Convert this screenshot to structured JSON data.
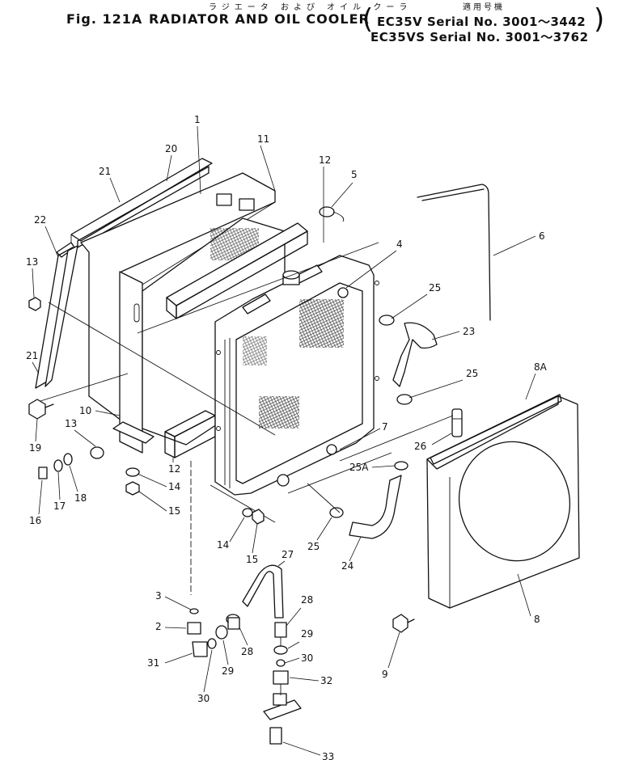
{
  "header": {
    "fig_label": "Fig. 121A",
    "title_en": "RADIATOR AND OIL COOLER",
    "title_jp": "ラジエータ および オイル クーラ",
    "serial_header_jp": "適用号機",
    "serial_lines": [
      "EC35V  Serial No. 3001～3442",
      "EC35VS Serial No. 3001～3762"
    ]
  },
  "parts": [
    {
      "label": "1"
    },
    {
      "label": "2"
    },
    {
      "label": "3"
    },
    {
      "label": "4"
    },
    {
      "label": "5"
    },
    {
      "label": "6"
    },
    {
      "label": "7"
    },
    {
      "label": "8"
    },
    {
      "label": "8A"
    },
    {
      "label": "9"
    },
    {
      "label": "10"
    },
    {
      "label": "11"
    },
    {
      "label": "12"
    },
    {
      "label": "12"
    },
    {
      "label": "13"
    },
    {
      "label": "13"
    },
    {
      "label": "14"
    },
    {
      "label": "14"
    },
    {
      "label": "15"
    },
    {
      "label": "15"
    },
    {
      "label": "16"
    },
    {
      "label": "17"
    },
    {
      "label": "18"
    },
    {
      "label": "19"
    },
    {
      "label": "20"
    },
    {
      "label": "21"
    },
    {
      "label": "21"
    },
    {
      "label": "22"
    },
    {
      "label": "23"
    },
    {
      "label": "24"
    },
    {
      "label": "25"
    },
    {
      "label": "25"
    },
    {
      "label": "25"
    },
    {
      "label": "25A"
    },
    {
      "label": "26"
    },
    {
      "label": "27"
    },
    {
      "label": "28"
    },
    {
      "label": "28"
    },
    {
      "label": "29"
    },
    {
      "label": "29"
    },
    {
      "label": "30"
    },
    {
      "label": "30"
    },
    {
      "label": "31"
    },
    {
      "label": "32"
    },
    {
      "label": "33"
    }
  ]
}
